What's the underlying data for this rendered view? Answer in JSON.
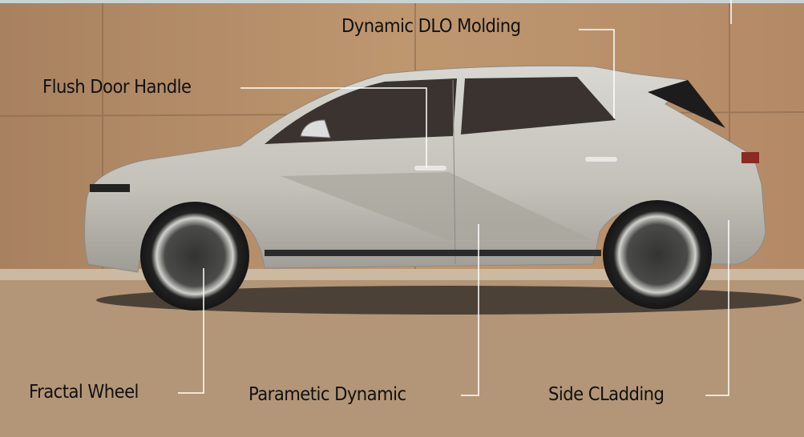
{
  "callouts": {
    "dlo_molding": "Dynamic DLO Molding",
    "door_handle": "Flush Door Handle",
    "fractal_wheel": "Fractal Wheel",
    "parametic_dynamic": "Parametic Dynamic",
    "side_cladding": "Side CLadding"
  },
  "colors": {
    "wall": "#b38c68",
    "ground": "#b39677",
    "car_body": "#c9c7c0",
    "leader_line": "#ffffff",
    "label_text": "#111111"
  }
}
